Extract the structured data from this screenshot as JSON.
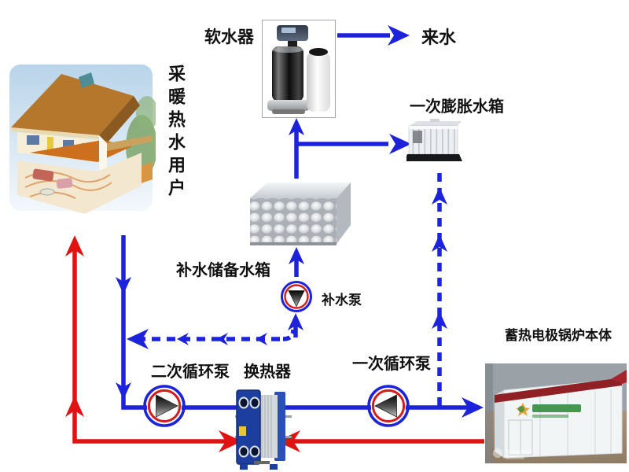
{
  "diagram_type": "heating-system-flow-diagram",
  "labels": {
    "water_softener": "软水器",
    "incoming_water": "来水",
    "primary_expansion_tank": "一次膨胀水箱",
    "heating_hot_water_users": "采暖热水用户",
    "makeup_reserve_tank": "补水储备水箱",
    "makeup_pump": "补水泵",
    "secondary_circulation_pump": "二次循环泵",
    "heat_exchanger": "换热器",
    "primary_circulation_pump": "一次循环泵",
    "electrode_boiler": "蓄热电极锅炉本体"
  },
  "colors": {
    "pipe_blue": "#1d23da",
    "pipe_red": "#e01212",
    "label_text": "#111111",
    "pump_ring_outer": "#1d23da",
    "pump_ring_inner": "#d41c1c"
  },
  "flows": [
    {
      "from": "water-softener",
      "to": "incoming-water",
      "style": "blue-solid"
    },
    {
      "from": "makeup-reserve-tank",
      "to": "water-softener",
      "style": "blue-solid"
    },
    {
      "from": "riser",
      "to": "primary-expansion-tank",
      "style": "blue-solid"
    },
    {
      "from": "makeup-pump",
      "to": "makeup-reserve-tank",
      "style": "blue-solid"
    },
    {
      "from": "dashed-return",
      "to": "makeup-pump",
      "style": "blue-dashed"
    },
    {
      "from": "dashed-return",
      "to": "house-return-line",
      "style": "blue-dashed"
    },
    {
      "from": "primary-loop",
      "to": "primary-expansion-tank",
      "style": "blue-dashed"
    },
    {
      "from": "house-return",
      "to": "boiler",
      "style": "blue-solid",
      "via": [
        "secondary-circulation-pump",
        "heat-exchanger",
        "primary-circulation-pump"
      ]
    },
    {
      "from": "boiler",
      "to": "heat-exchanger",
      "style": "red-solid"
    },
    {
      "from": "heat-exchanger-supply",
      "to": "heating-users",
      "style": "red-solid"
    }
  ]
}
